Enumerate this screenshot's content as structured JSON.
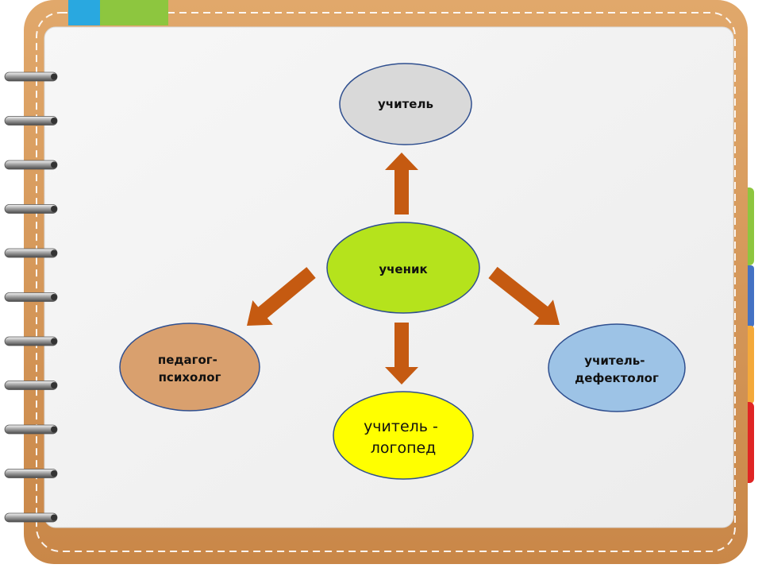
{
  "diagram": {
    "center": {
      "label_lines": [
        "ученик"
      ],
      "fill": "#b5e31c"
    },
    "nodes": {
      "teacher": {
        "label_lines": [
          "учитель"
        ],
        "fill": "#d9d9d9"
      },
      "psychologist": {
        "label_lines": [
          "педагог-",
          "психолог"
        ],
        "fill": "#d9a06e"
      },
      "speech_therapist": {
        "label_lines": [
          "учитель -",
          "логопед"
        ],
        "fill": "#ffff00"
      },
      "defectologist": {
        "label_lines": [
          "учитель-",
          "дефектолог"
        ],
        "fill": "#9dc3e6"
      }
    },
    "ellipse_stroke": "#2f4f8f",
    "arrow_color": "#c55a11"
  },
  "notebook": {
    "frame_color": "#d99a5c",
    "page_color": "#f2f2f2",
    "stitch_color": "#ffffff",
    "top_tabs": [
      "#29a8e0",
      "#8dc63f"
    ],
    "side_tabs": [
      "#8dc63f",
      "#4472c4",
      "#f4a93a",
      "#e02424"
    ]
  }
}
